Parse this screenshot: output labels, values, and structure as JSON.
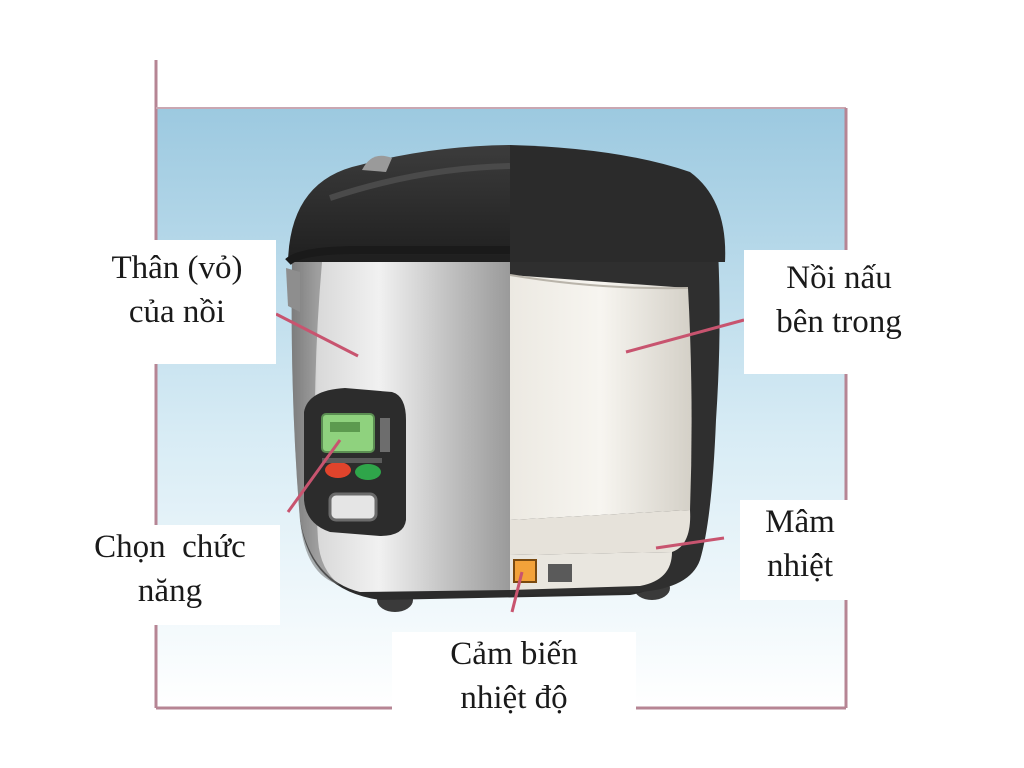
{
  "labels": {
    "body": {
      "line1": "Thân (vỏ)",
      "line2": "của nồi"
    },
    "inner": {
      "line1": "Nồi nấu",
      "line2": "bên trong"
    },
    "func": {
      "line1": "Chọn  chức",
      "line2": "năng"
    },
    "plate": {
      "line1": "Mâm",
      "line2": "nhiệt"
    },
    "sensor": {
      "line1": "Cảm biến",
      "line2": "nhiệt độ"
    }
  },
  "colors": {
    "frame": "#b68594",
    "sky_top": "#9cc9e0",
    "sky_bottom": "#ffffff",
    "lid": "#2e2e2e",
    "body_metal": "#c9c9c9",
    "pointer": "#c8546f",
    "display": "#8fd27e",
    "button_red": "#e0442c",
    "button_green": "#2fa54a"
  }
}
